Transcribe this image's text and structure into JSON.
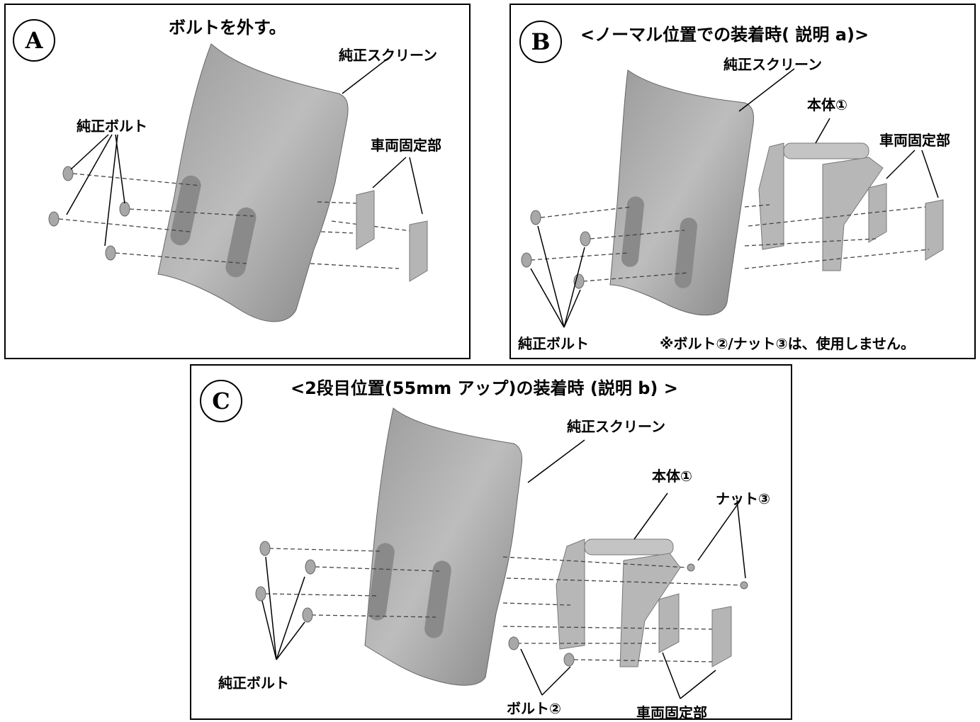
{
  "panelA": {
    "badge": "A",
    "title": "ボルトを外す。",
    "screen_label": "純正スクリーン",
    "bolts_label": "純正ボルト",
    "mount_label": "車両固定部"
  },
  "panelB": {
    "badge": "B",
    "title": "<ノーマル位置での装着時( 説明 a)>",
    "screen_label": "純正スクリーン",
    "body_label": "本体①",
    "mount_label": "車両固定部",
    "bolts_label": "純正ボルト",
    "note": "※ボルト②/ナット③は、使用しません。"
  },
  "panelC": {
    "badge": "C",
    "title": "<2段目位置(55mm アップ)の装着時 (説明 b) >",
    "screen_label": "純正スクリーン",
    "body_label": "本体①",
    "nut_label": "ナット③",
    "bolts_label": "純正ボルト",
    "bolt2_label": "ボルト②",
    "mount_label": "車両固定部"
  },
  "colors": {
    "part_fill": "#b9b9b9",
    "part_shadow": "#8f8f8f",
    "line": "#000000",
    "dash": "#444444"
  }
}
